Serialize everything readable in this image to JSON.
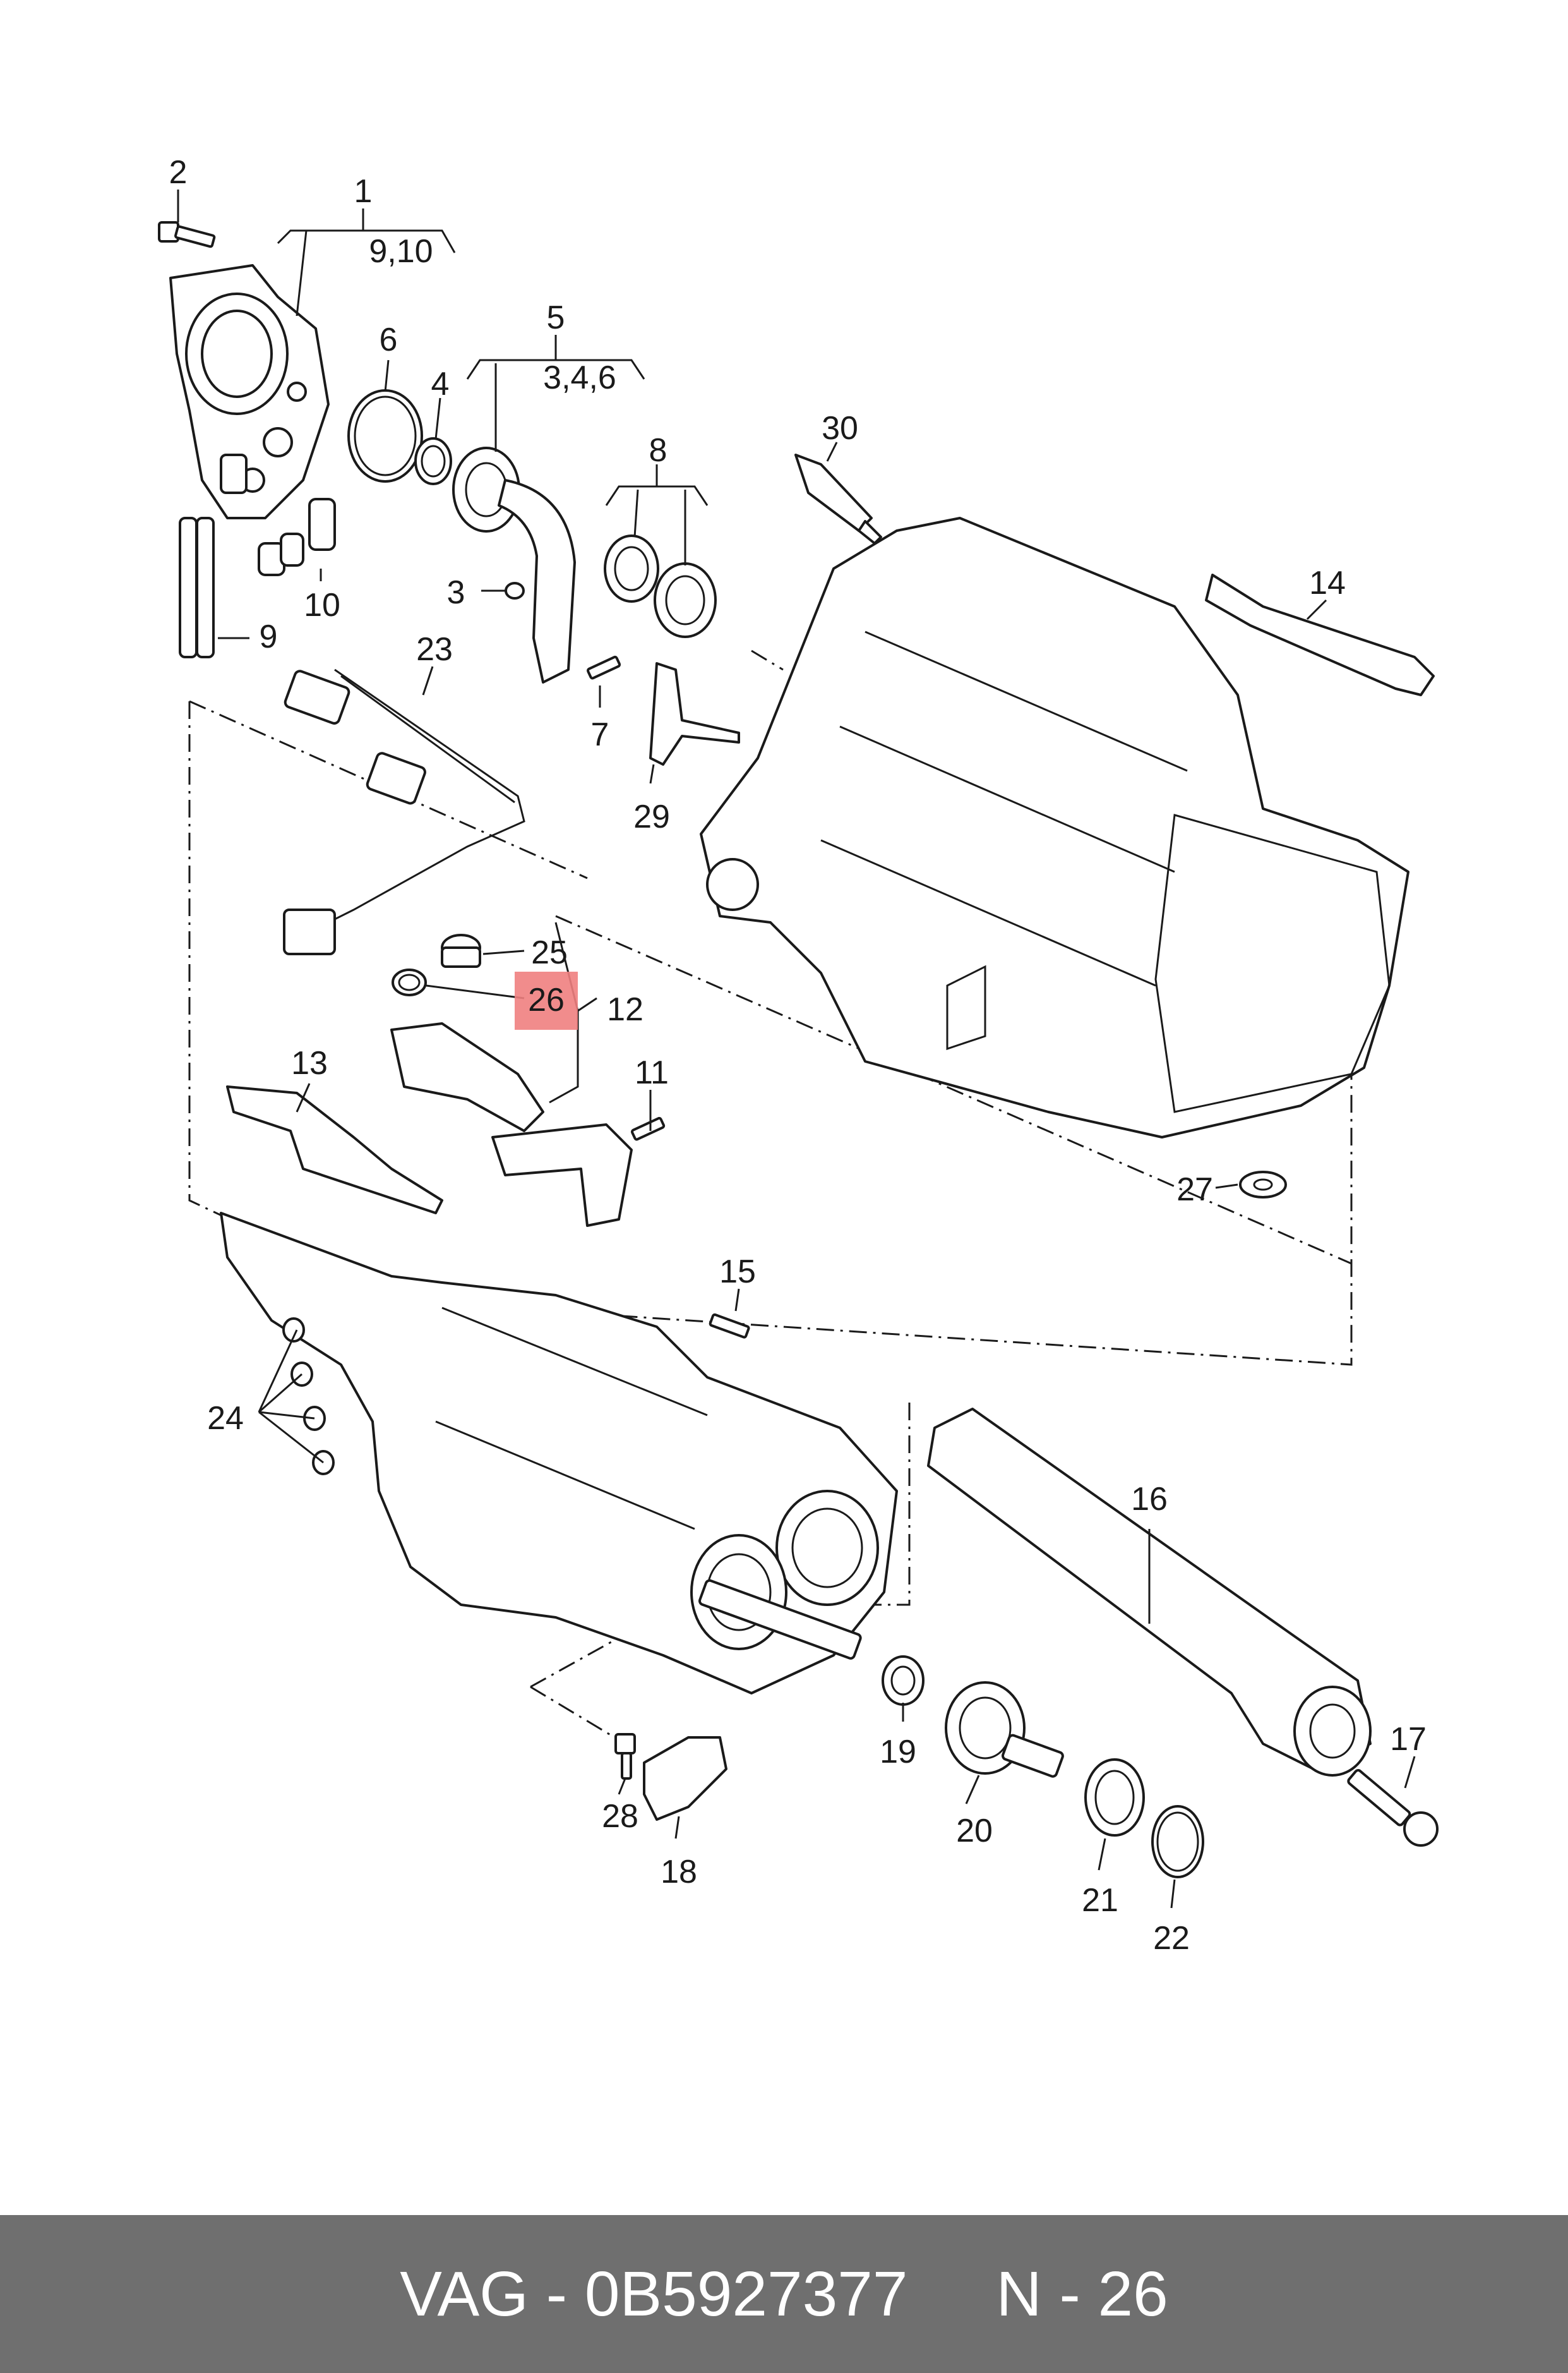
{
  "callouts": [
    {
      "id": "c2",
      "text": "2"
    },
    {
      "id": "c1",
      "text": "1"
    },
    {
      "id": "c910",
      "text": "9,10"
    },
    {
      "id": "c6",
      "text": "6"
    },
    {
      "id": "c4",
      "text": "4"
    },
    {
      "id": "c5",
      "text": "5"
    },
    {
      "id": "c346",
      "text": "3,4,6"
    },
    {
      "id": "c30",
      "text": "30"
    },
    {
      "id": "c8",
      "text": "8"
    },
    {
      "id": "c10",
      "text": "10"
    },
    {
      "id": "c9",
      "text": "9"
    },
    {
      "id": "c3",
      "text": "3"
    },
    {
      "id": "c7",
      "text": "7"
    },
    {
      "id": "c14",
      "text": "14"
    },
    {
      "id": "c23",
      "text": "23"
    },
    {
      "id": "c29",
      "text": "29"
    },
    {
      "id": "c25",
      "text": "25"
    },
    {
      "id": "c26",
      "text": "26",
      "highlight": true
    },
    {
      "id": "c12",
      "text": "12"
    },
    {
      "id": "c13",
      "text": "13"
    },
    {
      "id": "c11",
      "text": "11"
    },
    {
      "id": "c27",
      "text": "27"
    },
    {
      "id": "c15",
      "text": "15"
    },
    {
      "id": "c24",
      "text": "24"
    },
    {
      "id": "c16",
      "text": "16"
    },
    {
      "id": "c17",
      "text": "17"
    },
    {
      "id": "c19",
      "text": "19"
    },
    {
      "id": "c20",
      "text": "20"
    },
    {
      "id": "c21",
      "text": "21"
    },
    {
      "id": "c22",
      "text": "22"
    },
    {
      "id": "c28",
      "text": "28"
    },
    {
      "id": "c18",
      "text": "18"
    }
  ],
  "highlight_color": "#f08080",
  "footer": {
    "brand_part": "VAG - 0B5927377",
    "position": "N - 26"
  }
}
